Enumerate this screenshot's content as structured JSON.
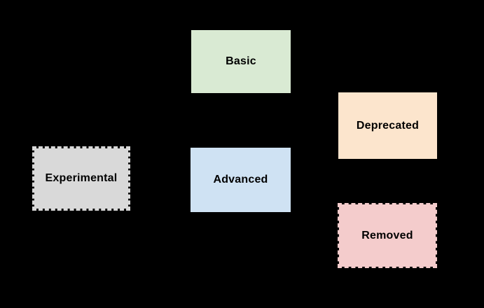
{
  "canvas": {
    "background_color": "#000000",
    "text_color": "#000000"
  },
  "nodes": [
    {
      "id": "basic",
      "label": "Basic",
      "fill": "#d9ead3",
      "border_style": "none"
    },
    {
      "id": "deprecated",
      "label": "Deprecated",
      "fill": "#fce5cd",
      "border_style": "none"
    },
    {
      "id": "experimental",
      "label": "Experimental",
      "fill": "#d9d9d9",
      "border_style": "dashed"
    },
    {
      "id": "advanced",
      "label": "Advanced",
      "fill": "#cfe2f3",
      "border_style": "none"
    },
    {
      "id": "removed",
      "label": "Removed",
      "fill": "#f4cccc",
      "border_style": "dashed"
    }
  ]
}
